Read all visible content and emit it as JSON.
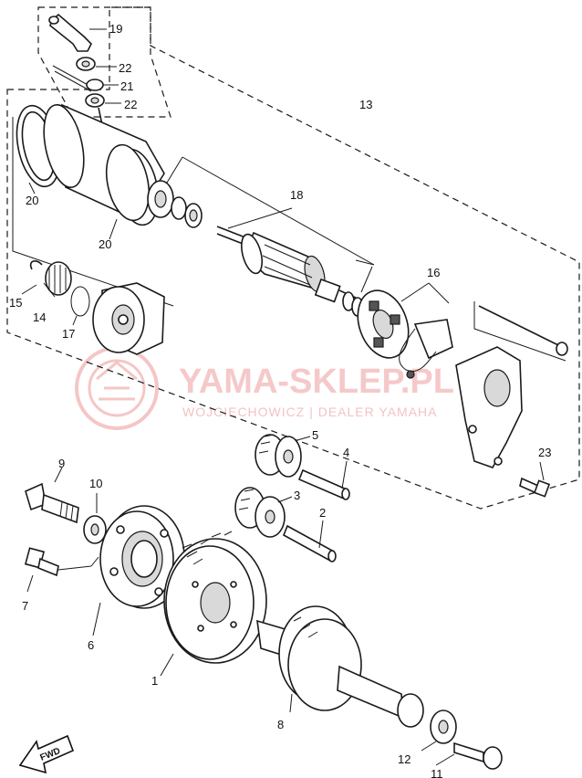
{
  "watermark": {
    "brand": "YAMA-SKLEP.PL",
    "subtitle": "WOJCIECHOWICZ | DEALER YAMAHA",
    "color": "#f2b8b8"
  },
  "direction_badge": {
    "text": "FWD",
    "icon": "forward-arrow-icon"
  },
  "callouts": [
    {
      "id": "c19",
      "text": "19"
    },
    {
      "id": "c22a",
      "text": "22"
    },
    {
      "id": "c21",
      "text": "21"
    },
    {
      "id": "c22b",
      "text": "22"
    },
    {
      "id": "c13",
      "text": "13"
    },
    {
      "id": "c20a",
      "text": "20"
    },
    {
      "id": "c20b",
      "text": "20"
    },
    {
      "id": "c18",
      "text": "18"
    },
    {
      "id": "c16",
      "text": "16"
    },
    {
      "id": "c15",
      "text": "15"
    },
    {
      "id": "c14",
      "text": "14"
    },
    {
      "id": "c17",
      "text": "17"
    },
    {
      "id": "c5",
      "text": "5"
    },
    {
      "id": "c4",
      "text": "4"
    },
    {
      "id": "c23",
      "text": "23"
    },
    {
      "id": "c9",
      "text": "9"
    },
    {
      "id": "c10",
      "text": "10"
    },
    {
      "id": "c3",
      "text": "3"
    },
    {
      "id": "c2",
      "text": "2"
    },
    {
      "id": "c7",
      "text": "7"
    },
    {
      "id": "c6",
      "text": "6"
    },
    {
      "id": "c1",
      "text": "1"
    },
    {
      "id": "c8",
      "text": "8"
    },
    {
      "id": "c12",
      "text": "12"
    },
    {
      "id": "c11",
      "text": "11"
    }
  ]
}
